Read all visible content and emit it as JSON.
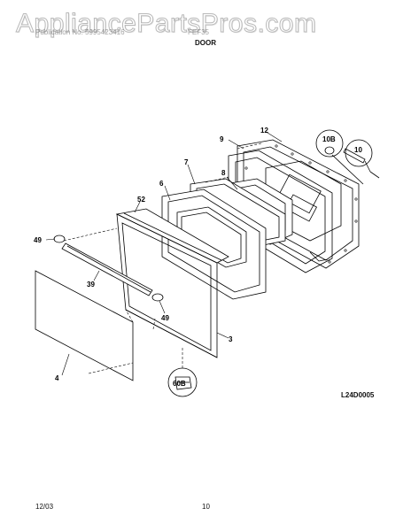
{
  "watermark": "AppliancePartsPros.com",
  "header": {
    "left_text": "Publication No. 5995423416",
    "right_text": "FEF35",
    "section_title": "DOOR"
  },
  "callouts": {
    "c9": "9",
    "c12": "12",
    "c10B": "10B",
    "c10": "10",
    "c7": "7",
    "c8": "8",
    "c6": "6",
    "c52": "52",
    "c49a": "49",
    "c39": "39",
    "c49b": "49",
    "c3": "3",
    "c4": "4",
    "c60B": "60B"
  },
  "reference_code": "L24D0005",
  "footer": {
    "date": "12/03",
    "page": "10"
  }
}
